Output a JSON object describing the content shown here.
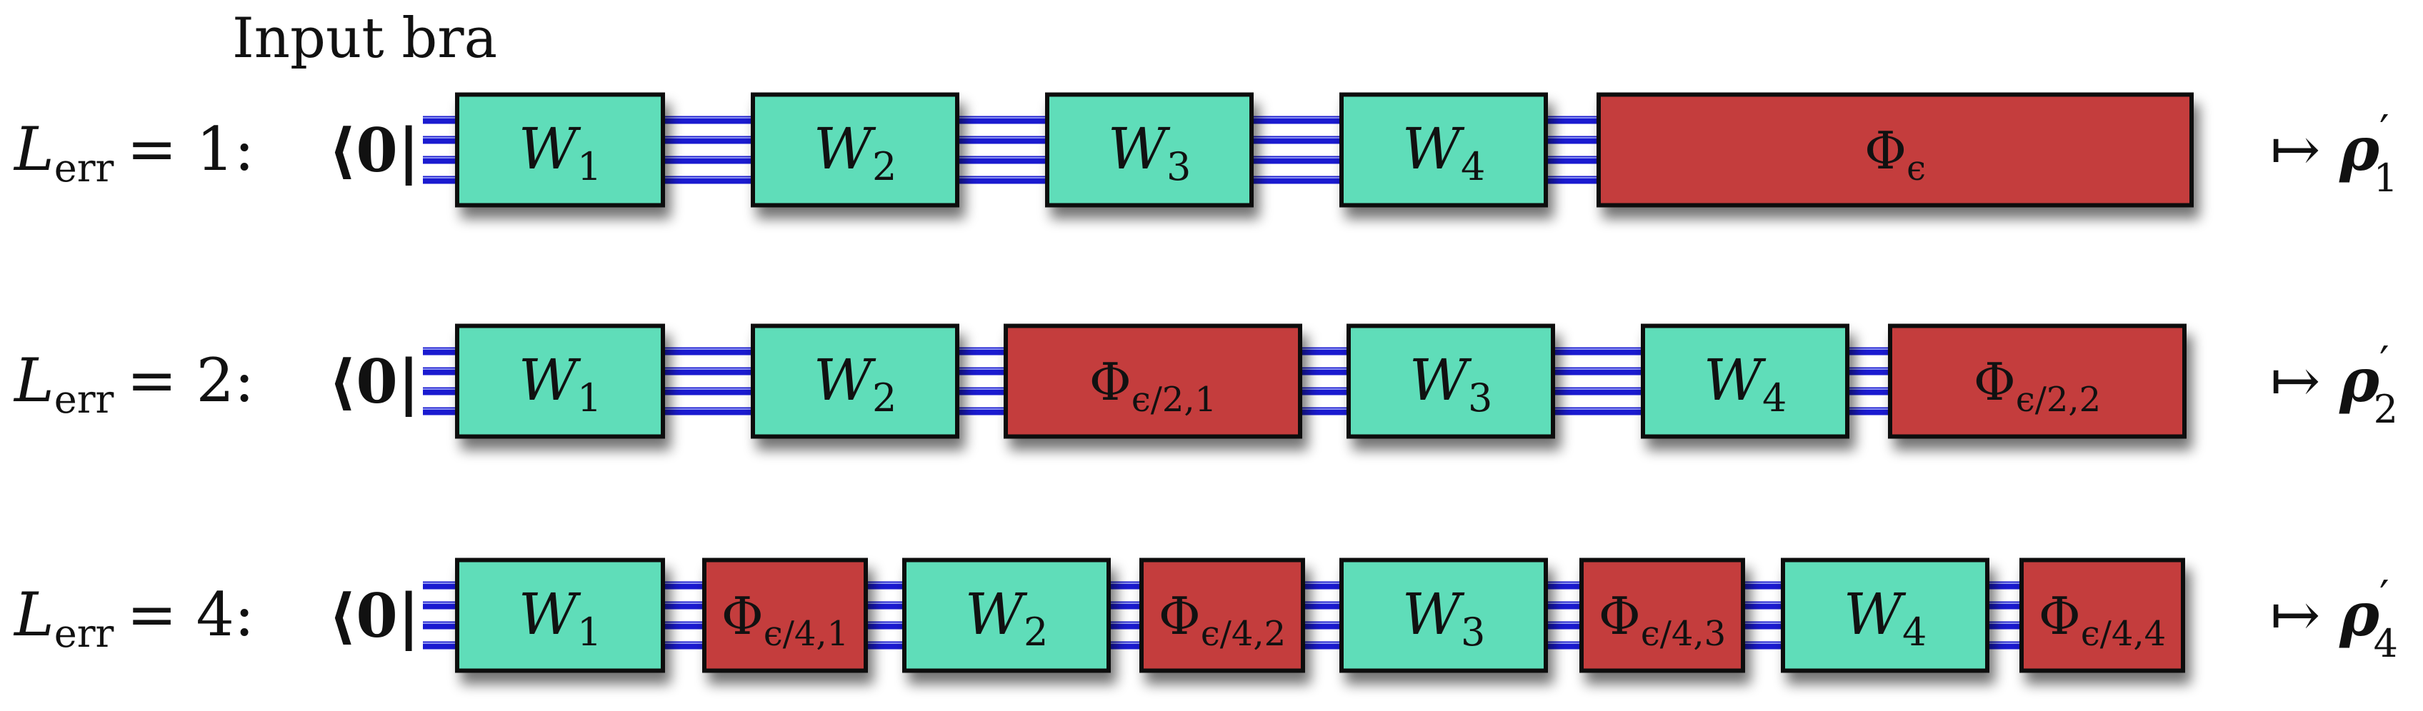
{
  "colors": {
    "unitary_fill": "#5fddb9",
    "error_fill": "#c43c3c",
    "wire": "#1a1ad0",
    "wire_highlight": "#b8c2ff",
    "border": "#111111",
    "text": "#111111"
  },
  "header": {
    "label": "Input bra"
  },
  "rows": [
    {
      "label_L": "L",
      "label_sub": "err",
      "label_eq": "= 1:",
      "input": "⟨0|",
      "output_main": "ρ",
      "output_prime": "′",
      "output_sub": "1",
      "gates": [
        {
          "type": "unitary",
          "main": "W",
          "sub": "1"
        },
        {
          "type": "unitary",
          "main": "W",
          "sub": "2"
        },
        {
          "type": "unitary",
          "main": "W",
          "sub": "3"
        },
        {
          "type": "unitary",
          "main": "W",
          "sub": "4"
        },
        {
          "type": "error",
          "main": "Φ",
          "sub": "ϵ"
        }
      ]
    },
    {
      "label_L": "L",
      "label_sub": "err",
      "label_eq": "= 2:",
      "input": "⟨0|",
      "output_main": "ρ",
      "output_prime": "′",
      "output_sub": "2",
      "gates": [
        {
          "type": "unitary",
          "main": "W",
          "sub": "1"
        },
        {
          "type": "unitary",
          "main": "W",
          "sub": "2"
        },
        {
          "type": "error",
          "main": "Φ",
          "sub": "ϵ/2,1"
        },
        {
          "type": "unitary",
          "main": "W",
          "sub": "3"
        },
        {
          "type": "unitary",
          "main": "W",
          "sub": "4"
        },
        {
          "type": "error",
          "main": "Φ",
          "sub": "ϵ/2,2"
        }
      ]
    },
    {
      "label_L": "L",
      "label_sub": "err",
      "label_eq": "= 4:",
      "input": "⟨0|",
      "output_main": "ρ",
      "output_prime": "′",
      "output_sub": "4",
      "gates": [
        {
          "type": "unitary",
          "main": "W",
          "sub": "1"
        },
        {
          "type": "error",
          "main": "Φ",
          "sub": "ϵ/4,1"
        },
        {
          "type": "unitary",
          "main": "W",
          "sub": "2"
        },
        {
          "type": "error",
          "main": "Φ",
          "sub": "ϵ/4,2"
        },
        {
          "type": "unitary",
          "main": "W",
          "sub": "3"
        },
        {
          "type": "error",
          "main": "Φ",
          "sub": "ϵ/4,3"
        },
        {
          "type": "unitary",
          "main": "W",
          "sub": "4"
        },
        {
          "type": "error",
          "main": "Φ",
          "sub": "ϵ/4,4"
        }
      ]
    }
  ],
  "maps_to": "↦"
}
